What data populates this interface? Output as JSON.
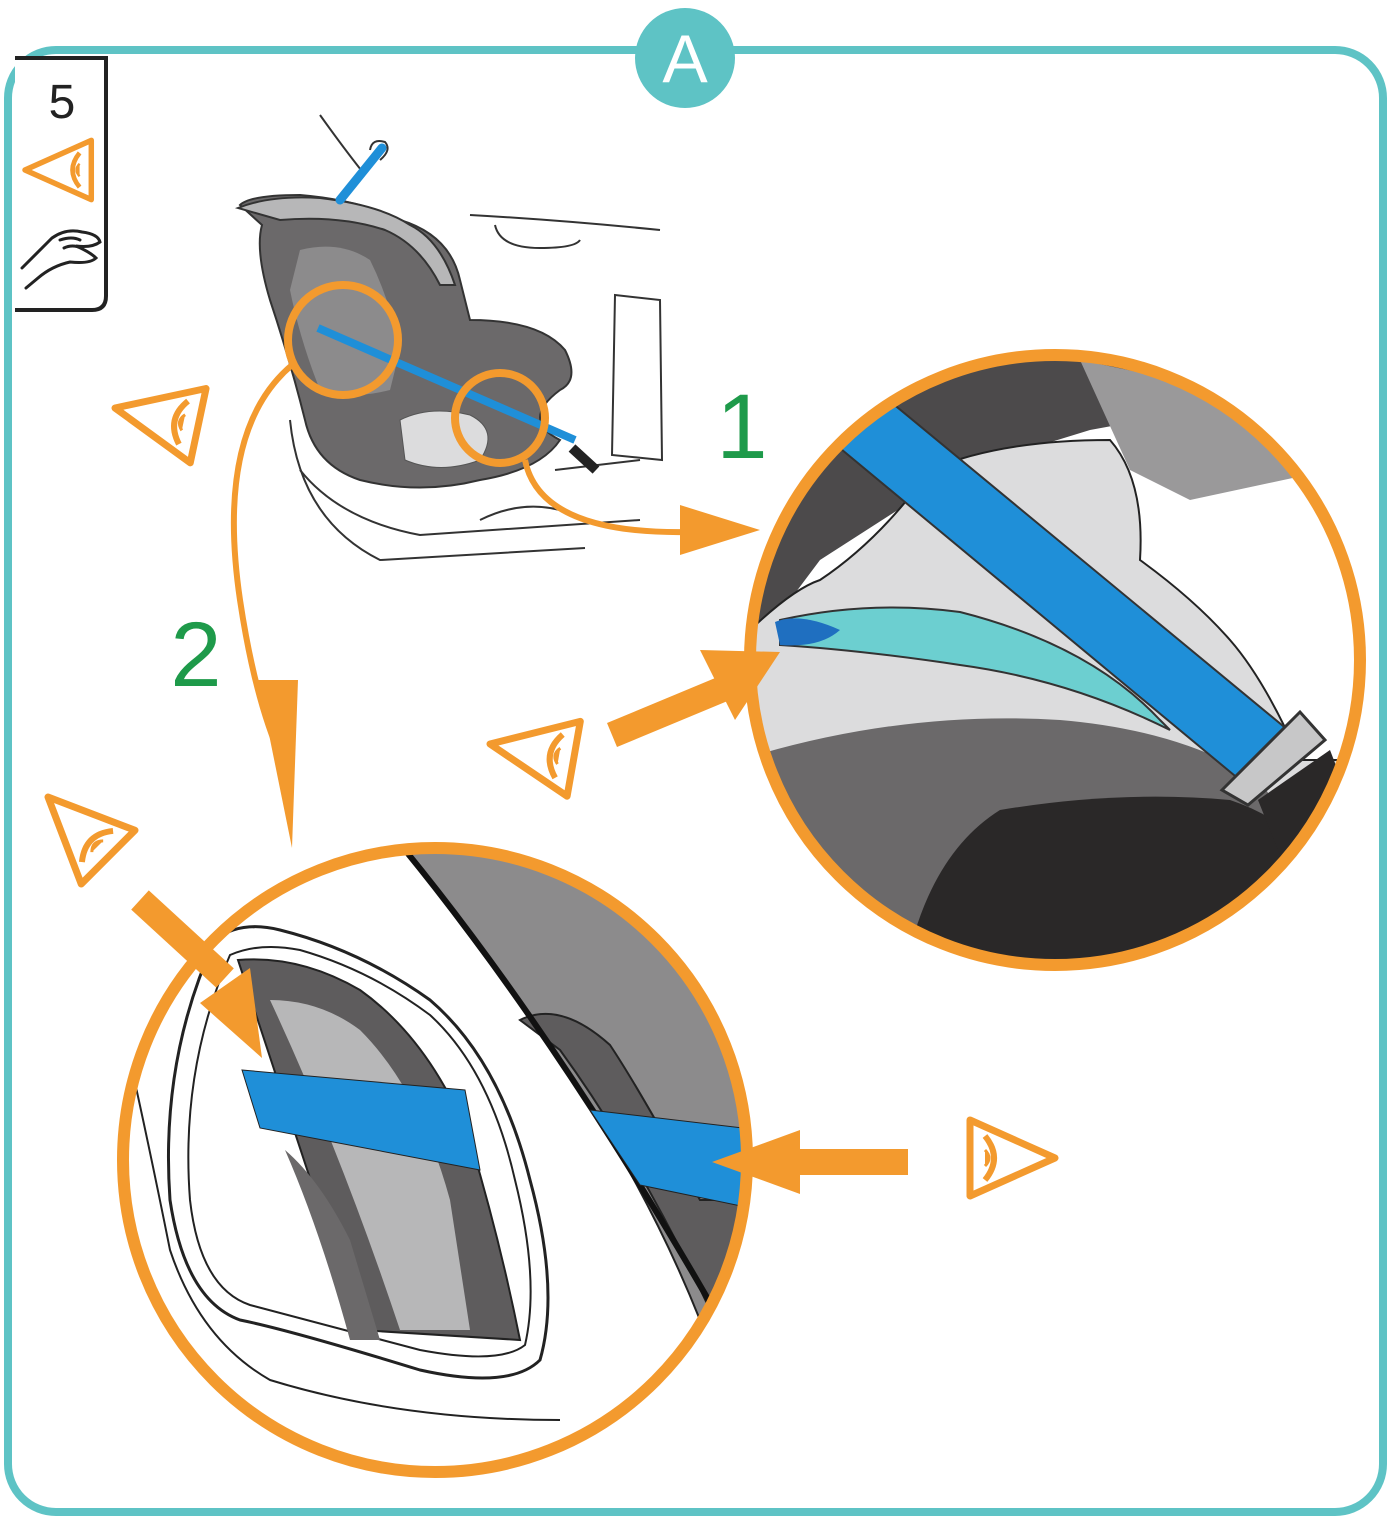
{
  "panel": {
    "label": "A"
  },
  "step": {
    "number": "5",
    "icons": [
      "eye-icon",
      "hand-icon"
    ]
  },
  "callouts": [
    {
      "label": "1"
    },
    {
      "label": "2"
    }
  ],
  "colors": {
    "teal_frame": "#5ec3c5",
    "orange": "#f39a2e",
    "belt_blue": "#1f8fd8",
    "belt_cyan": "#6ccfd0",
    "callout_green": "#1e9a4a",
    "seat_dark": "#5e5c5d",
    "seat_mid": "#8c8b8c",
    "seat_light": "#b7b7b8",
    "seat_pale": "#dcdcdd",
    "buckle_black": "#2a2828"
  }
}
